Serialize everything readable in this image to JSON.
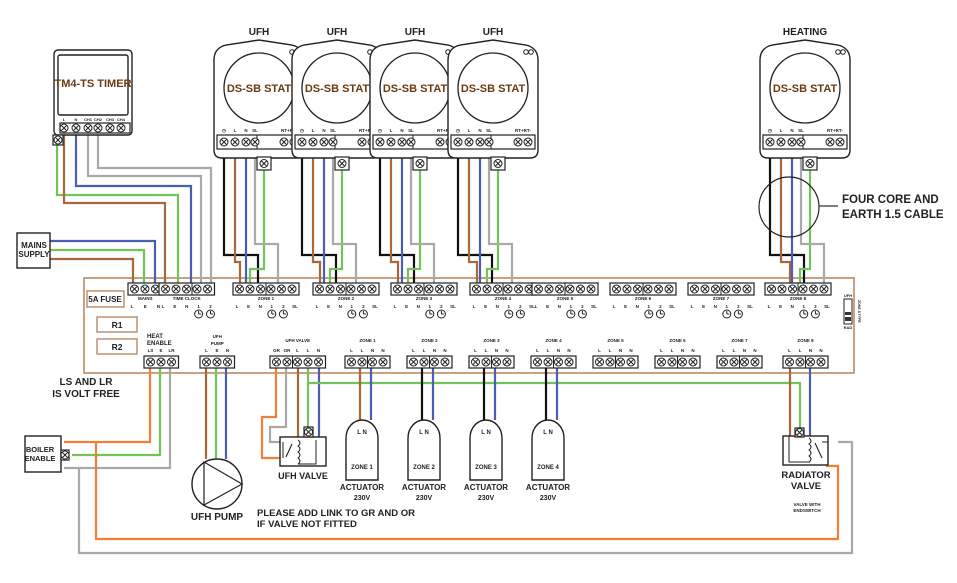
{
  "timer": {
    "title": "TM4-TS TIMER",
    "terminals": [
      "L",
      "N",
      "CH1",
      "CH2",
      "CH3",
      "CH4"
    ]
  },
  "stats": [
    {
      "heading": "UFH",
      "name": "DS-SB STAT"
    },
    {
      "heading": "UFH",
      "name": "DS-SB STAT"
    },
    {
      "heading": "UFH",
      "name": "DS-SB STAT"
    },
    {
      "heading": "UFH",
      "name": "DS-SB STAT"
    },
    {
      "heading": "HEATING",
      "name": "DS-SB STAT"
    }
  ],
  "stat_terminals": [
    "◷",
    "L",
    "N",
    "SL",
    "RT+RT-"
  ],
  "mains_supply": "MAINS SUPPLY",
  "cable_note": "FOUR CORE AND EARTH 1.5 CABLE",
  "controller": {
    "fuse": "5A FUSE",
    "relays": [
      "R1",
      "R2"
    ],
    "top_groups": [
      {
        "name": "MAINS",
        "pins": "L E N"
      },
      {
        "name": "TIME CLOCK",
        "pins": "L E N 1 2"
      },
      {
        "name": "ZONE 1",
        "pins": "L E N 1 2 SL"
      },
      {
        "name": "ZONE 2",
        "pins": "L E N 1 2 SL"
      },
      {
        "name": "ZONE 3",
        "pins": "L E N 1 2 SL"
      },
      {
        "name": "ZONE 4",
        "pins": "L E N 1 2 SL"
      },
      {
        "name": "ZONE 5",
        "pins": "L E N 1 2 SL"
      },
      {
        "name": "ZONE 6",
        "pins": "L E N 1 2 SL"
      },
      {
        "name": "ZONE 7",
        "pins": "L E N 1 2 SL"
      },
      {
        "name": "ZONE 8",
        "pins": "L E N 1 2 SL"
      }
    ],
    "bottom_groups": [
      {
        "name": "HEAT ENABLE",
        "pins": "LS E LR"
      },
      {
        "name": "UFH PUMP",
        "pins": "L E N"
      },
      {
        "name": "UFH VALVE",
        "pins": "GR OR L L N"
      },
      {
        "name": "ZONE 1",
        "pins": "L L N N"
      },
      {
        "name": "ZONE 2",
        "pins": "L L N N"
      },
      {
        "name": "ZONE 3",
        "pins": "L L N N"
      },
      {
        "name": "ZONE 4",
        "pins": "L L N N"
      },
      {
        "name": "ZONE 5",
        "pins": "L L N N"
      },
      {
        "name": "ZONE 6",
        "pins": "L L N N"
      },
      {
        "name": "ZONE 7",
        "pins": "L L N N"
      },
      {
        "name": "ZONE 8",
        "pins": "L L N N"
      }
    ],
    "switch": {
      "top": "UFH",
      "bottom": "RAD",
      "side": "ZONE 8 TYPE"
    }
  },
  "notes": {
    "volt_free": "LS AND LR IS VOLT FREE",
    "link": "PLEASE ADD LINK TO GR AND OR IF VALVE NOT FITTED",
    "valve_endswitch": "VALVE WITH ENDSWITCH"
  },
  "devices": {
    "boiler": "BOILER ENABLE",
    "pump": "UFH PUMP",
    "ufh_valve": "UFH VALVE",
    "rad_valve": "RADIATOR VALVE",
    "actuators": [
      {
        "zone": "ZONE 1",
        "label": "ACTUATOR",
        "voltage": "230V",
        "pins": "L N"
      },
      {
        "zone": "ZONE 2",
        "label": "ACTUATOR",
        "voltage": "230V",
        "pins": "L N"
      },
      {
        "zone": "ZONE 3",
        "label": "ACTUATOR",
        "voltage": "230V",
        "pins": "L N"
      },
      {
        "zone": "ZONE 4",
        "label": "ACTUATOR",
        "voltage": "230V",
        "pins": "L N"
      }
    ]
  },
  "wire_colors": {
    "live": "#a8683a",
    "neutral": "#4a5fb4",
    "earth": "#72c45a",
    "switched": "#111111",
    "grey": "#a9a9a9",
    "volt_free": "#f08038",
    "panel": "#b98a66"
  }
}
